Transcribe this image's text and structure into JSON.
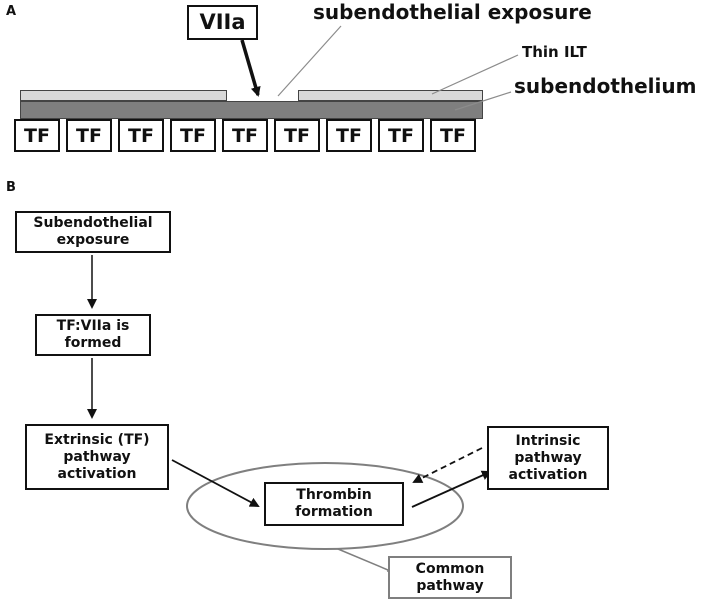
{
  "panel_a": {
    "label": "A",
    "factor": "VIIa",
    "exposure_label": "subendothelial exposure",
    "ilt_label": "Thin ILT",
    "subendothelium_label": "subendothelium",
    "tf_cells": [
      "TF",
      "TF",
      "TF",
      "TF",
      "TF",
      "TF",
      "TF",
      "TF",
      "TF"
    ]
  },
  "panel_b": {
    "label": "B",
    "subendothelial_exposure": "Subendothelial exposure",
    "tf_viia_formed": "TF:VIIa is formed",
    "extrinsic": "Extrinsic (TF) pathway activation",
    "thrombin": "Thrombin formation",
    "intrinsic": "Intrinsic pathway activation",
    "common": "Common pathway"
  },
  "colors": {
    "ilt_fill": "#d9d9d9",
    "subendothelium_fill": "#7f7f7f",
    "ellipse_stroke": "#7f7f7f",
    "leader_line": "#8c8c8c"
  }
}
